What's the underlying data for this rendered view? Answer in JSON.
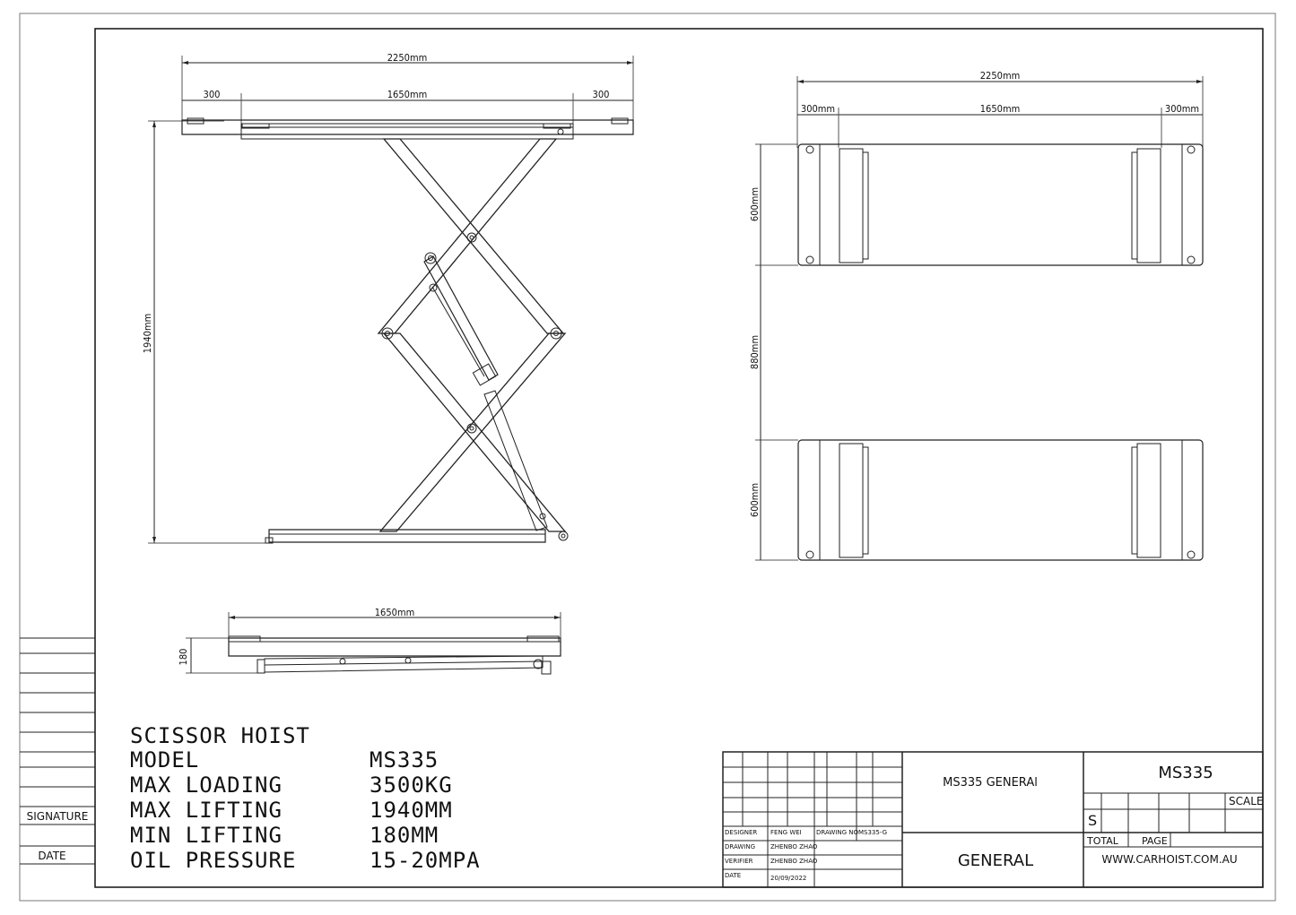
{
  "side_view": {
    "overall_width": "2250mm",
    "left_extension": "300",
    "middle_width": "1650mm",
    "right_extension": "300",
    "height": "1940mm"
  },
  "collapsed_view": {
    "width": "1650mm",
    "height": "180"
  },
  "top_view": {
    "overall_width": "2250mm",
    "left_extension": "300mm",
    "middle_width": "1650mm",
    "right_extension": "300mm",
    "platform_width_top": "600mm",
    "gap": "880mm",
    "platform_width_bottom": "600mm"
  },
  "specs": {
    "heading": "SCISSOR HOIST",
    "rows": [
      {
        "label": "MODEL",
        "value": "MS335"
      },
      {
        "label": "MAX LOADING",
        "value": "3500KG"
      },
      {
        "label": "MAX LIFTING",
        "value": "1940MM"
      },
      {
        "label": "MIN LIFTING",
        "value": "180MM"
      },
      {
        "label": "OIL PRESSURE",
        "value": "15-20MPA"
      }
    ]
  },
  "side_block": {
    "signature": "SIGNATURE",
    "date": "DATE"
  },
  "title_block": {
    "designer_label": "DESIGNER",
    "designer": "FENG WEI",
    "drawing_no_label": "DRAWING NO",
    "drawing_no": "MS335-G",
    "drawing_label": "DRAWING",
    "drawing_by": "ZHENBO ZHAO",
    "verifier_label": "VERIFIER",
    "verifier": "ZHENBO ZHAO",
    "date_label": "DATE",
    "date": "20/09/2022",
    "title": "MS335 GENERAl",
    "subtitle": "GENERAL",
    "model": "MS335",
    "scale_label": "SCALE",
    "s_label": "S",
    "total_label": "TOTAL",
    "page_label": "PAGE",
    "website": "WWW.CARHOIST.COM.AU"
  }
}
